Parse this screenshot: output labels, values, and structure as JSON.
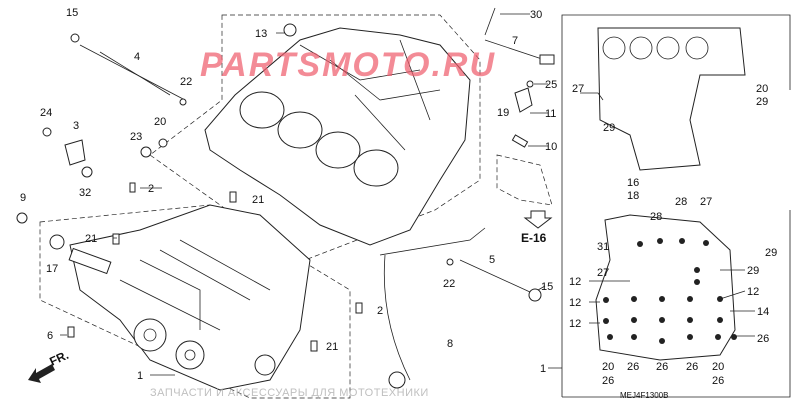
{
  "diagram": {
    "title_code": "MEJ4F1300B",
    "direction_label": "FR.",
    "reference_label": "E-16",
    "callouts": [
      "15",
      "4",
      "22",
      "24",
      "3",
      "20",
      "23",
      "2",
      "32",
      "9",
      "21",
      "17",
      "6",
      "1",
      "21",
      "13",
      "30",
      "7",
      "25",
      "19",
      "11",
      "10",
      "22",
      "5",
      "15",
      "2",
      "21",
      "8",
      "27",
      "29",
      "16",
      "18",
      "20",
      "29",
      "28",
      "28",
      "27",
      "31",
      "29",
      "27",
      "29",
      "12",
      "12",
      "12",
      "14",
      "12",
      "26",
      "20",
      "26",
      "26",
      "26",
      "26",
      "20",
      "26",
      "1"
    ]
  },
  "watermark": {
    "text": "ЗАПЧАСТИ И АКСЕССУАРЫ ДЛЯ МОТОТЕХНИКИ",
    "logo": "PARTSMOTO.RU"
  },
  "colors": {
    "watermark_logo": "#ef5b6b",
    "line": "#222222"
  }
}
